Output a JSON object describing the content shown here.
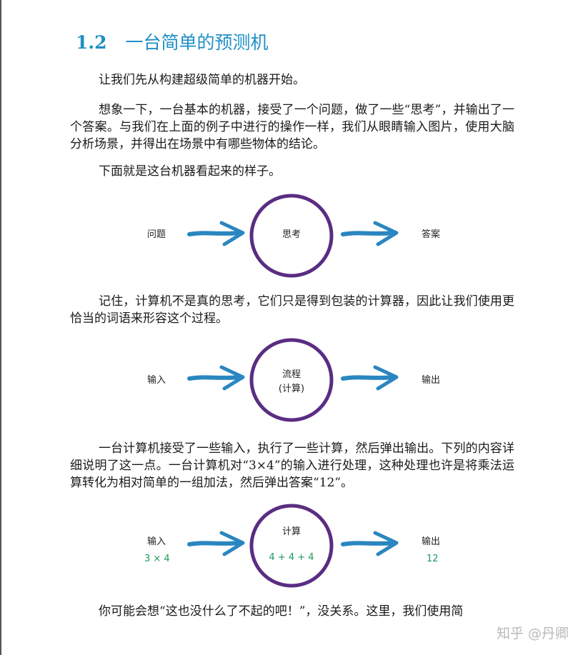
{
  "section": {
    "number": "1.2",
    "title": "一台简单的预测机"
  },
  "paragraphs": [
    "让我们先从构建超级简单的机器开始。",
    "想象一下，一台基本的机器，接受了一个问题，做了一些“思考”，并输出了一个答案。与我们在上面的例子中进行的操作一样，我们从眼睛输入图片，使用大脑分析场景，并得出在场景中有哪些物体的结论。",
    "下面就是这台机器看起来的样子。",
    "记住，计算机不是真的思考，它们只是得到包装的计算器，因此让我们使用更恰当的词语来形容这个过程。",
    "一台计算机接受了一些输入，执行了一些计算，然后弹出输出。下列的内容详细说明了这一点。一台计算机对“3×4”的输入进行处理，这种处理也许是将乘法运算转化为相对简单的一组加法，然后弹出答案“12”。",
    "你可能会想“这也没什么了不起的吧！”，没关系。这里，我们使用简"
  ],
  "diagrams": {
    "think": {
      "input": "问题",
      "center": "思考",
      "output": "答案"
    },
    "process": {
      "input": "输入",
      "center_line1": "流程",
      "center_line2": "(计算)",
      "output": "输出"
    },
    "calc": {
      "input": "输入",
      "input_value": "3 × 4",
      "center": "计算",
      "center_value": "4 + 4 + 4",
      "output": "输出",
      "output_value": "12"
    }
  },
  "colors": {
    "heading": "#1f8fc4",
    "circle": "#5a2d82",
    "arrow": "#2a86c0",
    "value": "#1e9a5a"
  },
  "watermark": "知乎 @丹卿"
}
